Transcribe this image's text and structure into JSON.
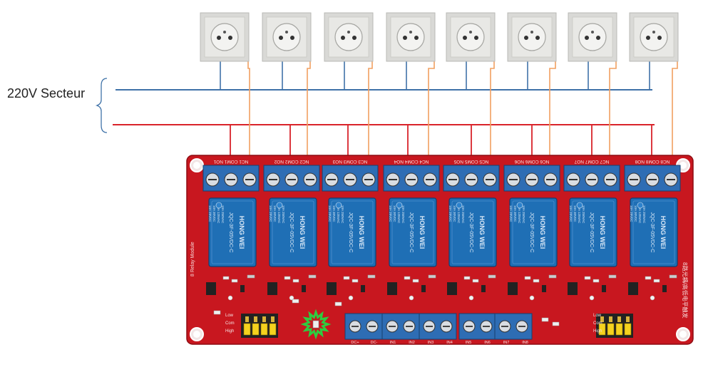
{
  "mains": {
    "label": "220V Secteur",
    "neutral_color": "#3f72a8",
    "phase_color": "#d9232a",
    "switched_color": "#f2a061"
  },
  "sockets": [
    {
      "name": "socket-1"
    },
    {
      "name": "socket-2"
    },
    {
      "name": "socket-3"
    },
    {
      "name": "socket-4"
    },
    {
      "name": "socket-5"
    },
    {
      "name": "socket-6"
    },
    {
      "name": "socket-7"
    },
    {
      "name": "socket-8"
    }
  ],
  "relay_board": {
    "pcb_color": "#c8171f",
    "relay_color": "#1f6fb5",
    "terminal_color": "#2e6db4",
    "relay_brand": "HONG WEI",
    "relay_model": "JQC-3F-05VDC-C",
    "relay_rating_lines": [
      "10A 250VAC",
      "10A 125VAC",
      "10A 30VDC",
      "10A 28VDC"
    ],
    "module_label": "8 Relay Module",
    "side_text": "8路光耦/高低电平触发",
    "terminal_labels": [
      "NC1 COM1 NO1",
      "NC2 COM2 NO2",
      "NC3 COM3 NO3",
      "NC4 COM4 NO4",
      "NC5 COM5 NO5",
      "NC6 COM6 NO6",
      "NC7 COM7 NO7",
      "NC8 COM8 NO8"
    ],
    "input_labels": [
      "DC+",
      "DC-",
      "IN1",
      "IN2",
      "IN3",
      "IN4",
      "IN5",
      "IN6",
      "IN7",
      "IN8"
    ],
    "jumper_labels": [
      "Low",
      "Com",
      "High"
    ]
  }
}
